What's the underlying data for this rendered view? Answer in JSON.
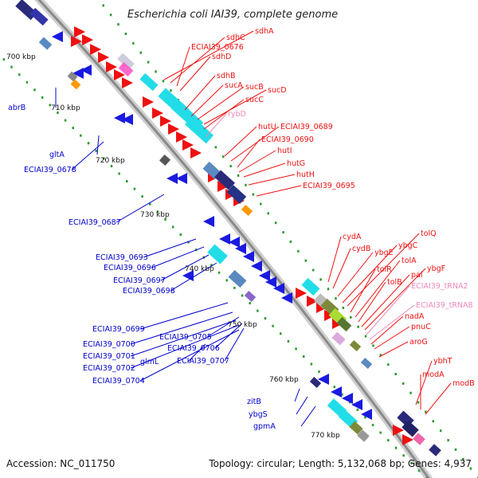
{
  "title": "Escherichia coli IAI39, complete genome",
  "footer": {
    "accession": "Accession: NC_011750",
    "topology": "Topology: circular; Length: 5,132,068 bp; Genes: 4,937"
  },
  "colors": {
    "forward_label": "#ee1111",
    "reverse_label": "#0000cc",
    "rna_label": "#ee88bb",
    "backbone": "#8a8a8a",
    "tick": "#2e9a2e"
  },
  "kbp_labels": [
    "700 kbp",
    "710 kbp",
    "720 kbp",
    "730 kbp",
    "740 kbp",
    "750 kbp",
    "760 kbp",
    "770 kbp"
  ],
  "labels": [
    {
      "text": "sdhA",
      "kind": "forward"
    },
    {
      "text": "sdhC",
      "kind": "forward"
    },
    {
      "text": "ECIAI39_0676",
      "kind": "forward"
    },
    {
      "text": "sdhD",
      "kind": "forward"
    },
    {
      "text": "sdhB",
      "kind": "forward"
    },
    {
      "text": "sucA",
      "kind": "forward"
    },
    {
      "text": "sucB",
      "kind": "forward"
    },
    {
      "text": "sucD",
      "kind": "forward"
    },
    {
      "text": "sucC",
      "kind": "forward"
    },
    {
      "text": "rybD",
      "kind": "rna"
    },
    {
      "text": "hutU",
      "kind": "forward"
    },
    {
      "text": "ECIAI39_0689",
      "kind": "forward"
    },
    {
      "text": "ECIAI39_0690",
      "kind": "forward"
    },
    {
      "text": "hutI",
      "kind": "forward"
    },
    {
      "text": "hutG",
      "kind": "forward"
    },
    {
      "text": "hutH",
      "kind": "forward"
    },
    {
      "text": "ECIAI39_0695",
      "kind": "forward"
    },
    {
      "text": "abrB",
      "kind": "reverse"
    },
    {
      "text": "gltA",
      "kind": "reverse"
    },
    {
      "text": "ECIAI39_0678",
      "kind": "reverse"
    },
    {
      "text": "ECIAI39_0687",
      "kind": "reverse"
    },
    {
      "text": "ECIAI39_0693",
      "kind": "reverse"
    },
    {
      "text": "ECIAI39_0696",
      "kind": "reverse"
    },
    {
      "text": "ECIAI39_0697",
      "kind": "reverse"
    },
    {
      "text": "ECIAI39_0698",
      "kind": "reverse"
    },
    {
      "text": "ECIAI39_0699",
      "kind": "reverse"
    },
    {
      "text": "ECIAI39_0700",
      "kind": "reverse"
    },
    {
      "text": "ECIAI39_0701",
      "kind": "reverse"
    },
    {
      "text": "ECIAI39_0702",
      "kind": "reverse"
    },
    {
      "text": "glmL",
      "kind": "reverse"
    },
    {
      "text": "ECIAI39_0704",
      "kind": "reverse"
    },
    {
      "text": "ECIAI39_0705",
      "kind": "reverse"
    },
    {
      "text": "ECIAI39_0706",
      "kind": "reverse"
    },
    {
      "text": "ECIAI39_0707",
      "kind": "reverse"
    },
    {
      "text": "cydA",
      "kind": "forward"
    },
    {
      "text": "cydB",
      "kind": "forward"
    },
    {
      "text": "ybgE",
      "kind": "forward"
    },
    {
      "text": "ybgC",
      "kind": "forward"
    },
    {
      "text": "tolQ",
      "kind": "forward"
    },
    {
      "text": "tolR",
      "kind": "forward"
    },
    {
      "text": "tolA",
      "kind": "forward"
    },
    {
      "text": "tolB",
      "kind": "forward"
    },
    {
      "text": "pal",
      "kind": "forward"
    },
    {
      "text": "ybgF",
      "kind": "forward"
    },
    {
      "text": "ECIAI39_tRNA2",
      "kind": "rna"
    },
    {
      "text": "ECIAI39_tRNA8",
      "kind": "rna"
    },
    {
      "text": "nadA",
      "kind": "forward"
    },
    {
      "text": "pnuC",
      "kind": "forward"
    },
    {
      "text": "aroG",
      "kind": "forward"
    },
    {
      "text": "ybhT",
      "kind": "forward"
    },
    {
      "text": "modA",
      "kind": "forward"
    },
    {
      "text": "modB",
      "kind": "forward"
    },
    {
      "text": "zitB",
      "kind": "reverse"
    },
    {
      "text": "ybgS",
      "kind": "reverse"
    },
    {
      "text": "gpmA",
      "kind": "reverse"
    }
  ]
}
